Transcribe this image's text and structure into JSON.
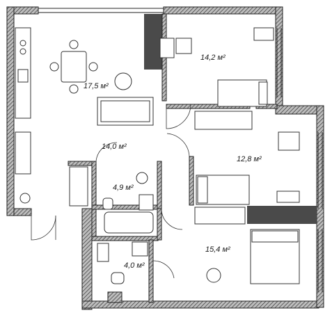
{
  "rooms": {
    "living_kitchen": {
      "area": "17,5 м²"
    },
    "bedroom_top": {
      "area": "14,2 м²"
    },
    "hall": {
      "area": "14,0 м²"
    },
    "bedroom_mid": {
      "area": "12,8 м²"
    },
    "bathroom": {
      "area": "4,9 м²"
    },
    "toilet": {
      "area": "4,0 м²"
    },
    "bedroom_bottom": {
      "area": "15,4 м²"
    }
  },
  "colors": {
    "wall": "#4a4a4a",
    "line": "#222222",
    "background": "#ffffff"
  }
}
